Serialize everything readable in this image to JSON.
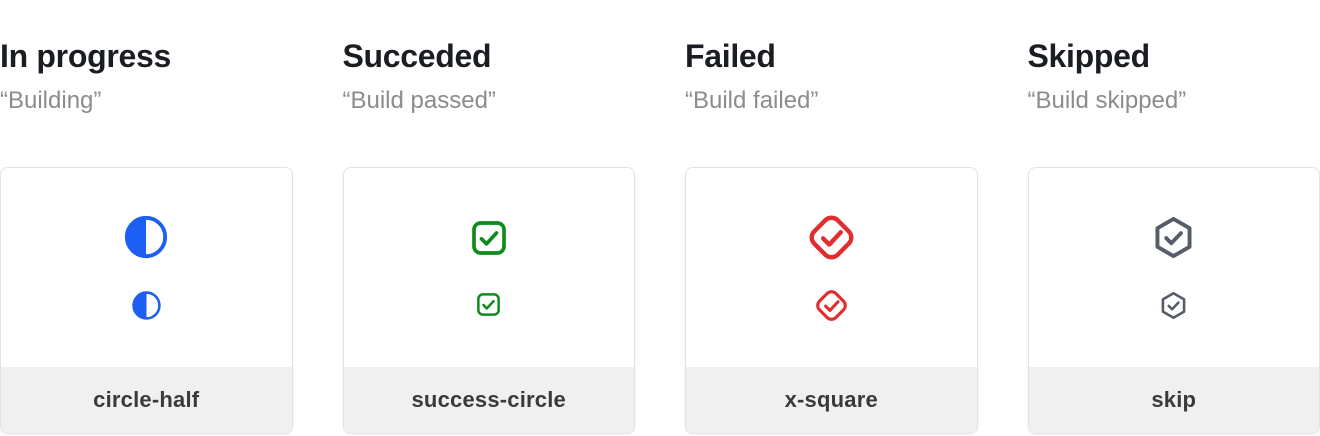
{
  "page": {
    "background": "#ffffff"
  },
  "columns": [
    {
      "title": "In progress",
      "subtitle": "“Building”",
      "label": "circle-half",
      "icon": "circle-half-icon",
      "icon_color": "#1d5ef3"
    },
    {
      "title": "Succeded",
      "subtitle": "“Build passed”",
      "label": "success-circle",
      "icon": "check-square-icon",
      "icon_color": "#0f8a1c"
    },
    {
      "title": "Failed",
      "subtitle": "“Build failed”",
      "label": "x-square",
      "icon": "check-diamond-icon",
      "icon_color": "#e12d2d"
    },
    {
      "title": "Skipped",
      "subtitle": "“Build skipped”",
      "label": "skip",
      "icon": "check-hexagon-icon",
      "icon_color": "#565d68"
    }
  ]
}
